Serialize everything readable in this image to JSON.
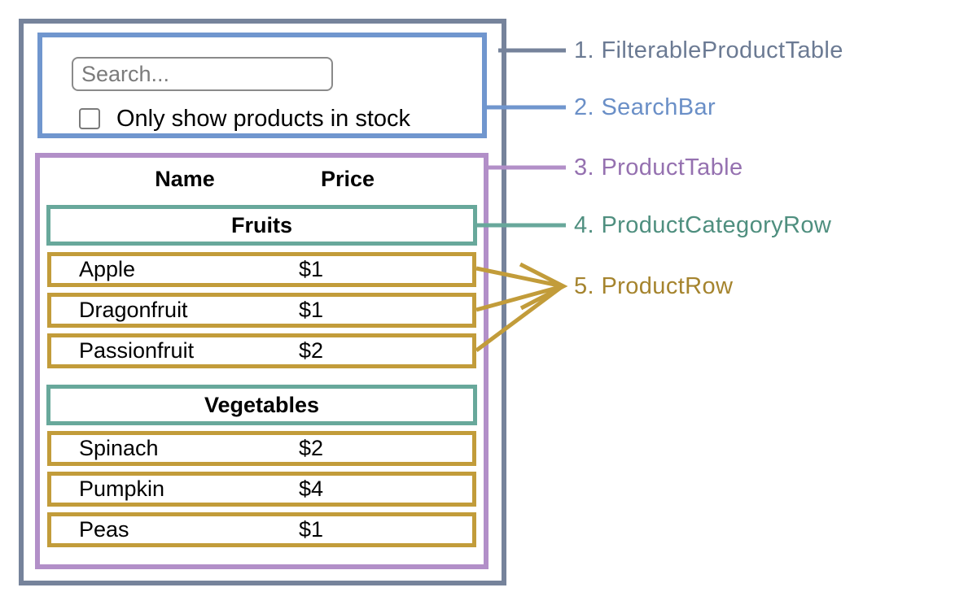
{
  "search_bar": {
    "input_value": "",
    "input_placeholder": "Search...",
    "checkbox_checked": false,
    "checkbox_label": "Only show products in stock"
  },
  "product_table": {
    "headers": {
      "name": "Name",
      "price": "Price"
    },
    "sections": [
      {
        "category": "Fruits",
        "rows": [
          {
            "name": "Apple",
            "price": "$1",
            "in_stock": true
          },
          {
            "name": "Dragonfruit",
            "price": "$1",
            "in_stock": true
          },
          {
            "name": "Passionfruit",
            "price": "$2",
            "in_stock": false
          }
        ]
      },
      {
        "category": "Vegetables",
        "rows": [
          {
            "name": "Spinach",
            "price": "$2",
            "in_stock": true
          },
          {
            "name": "Pumpkin",
            "price": "$4",
            "in_stock": false
          },
          {
            "name": "Peas",
            "price": "$1",
            "in_stock": true
          }
        ]
      }
    ]
  },
  "legend": {
    "items": [
      {
        "label": "1. FilterableProductTable",
        "color": "#6B7A93"
      },
      {
        "label": "2. SearchBar",
        "color": "#6A8FC7"
      },
      {
        "label": "3. ProductTable",
        "color": "#9571B0"
      },
      {
        "label": "4. ProductCategoryRow",
        "color": "#4F8F7F"
      },
      {
        "label": "5. ProductRow",
        "color": "#A5842E"
      }
    ]
  },
  "colors": {
    "outer_border": "#76839B",
    "searchbar_border": "#7096CE",
    "table_border": "#B28FC8",
    "category_border": "#68A89B",
    "row_border": "#C29C3A",
    "out_of_stock_red": "#F23B2F",
    "label_1": "#6B7A93",
    "label_2": "#6A8FC7",
    "label_3": "#9571B0",
    "label_4": "#4F8F7F",
    "label_5": "#A5842E"
  }
}
